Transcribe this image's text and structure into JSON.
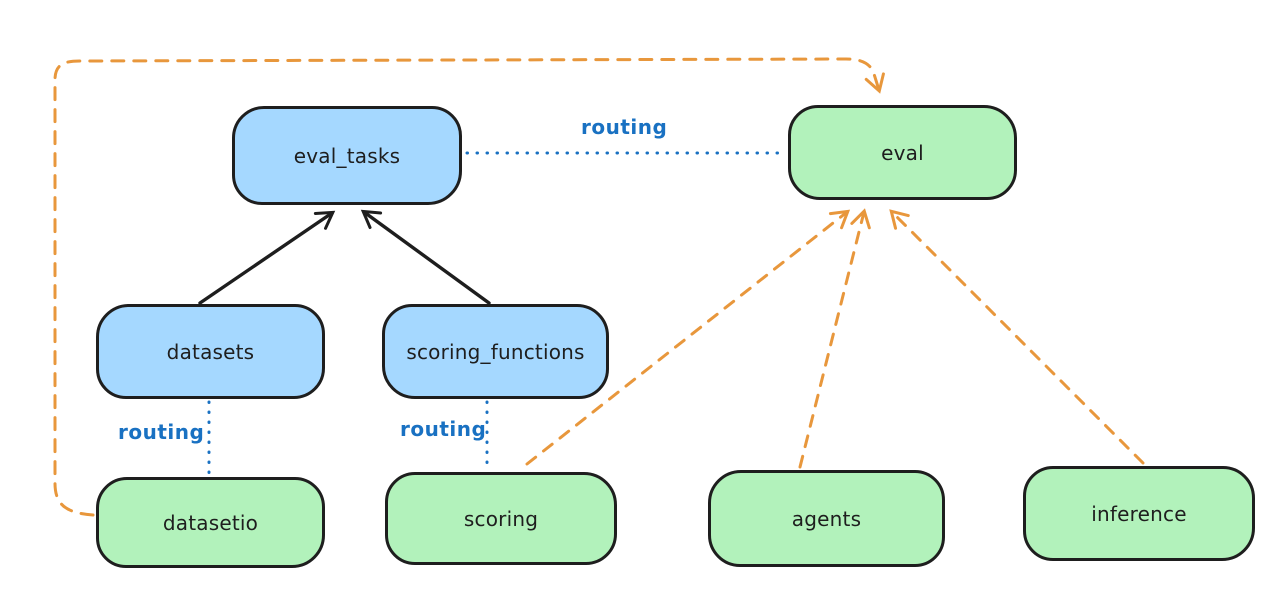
{
  "diagram": {
    "title": "api-providers-routing-diagram",
    "colors": {
      "node_stroke": "#1e1e1e",
      "blue_fill": "#a5d8ff",
      "green_fill": "#b2f2bb",
      "routing_blue": "#1971c2",
      "provider_orange": "#e8973c",
      "background": "#ffffff"
    },
    "nodes": {
      "eval_tasks": {
        "label": "eval_tasks",
        "kind": "resource-blue"
      },
      "eval": {
        "label": "eval",
        "kind": "api-green"
      },
      "datasets": {
        "label": "datasets",
        "kind": "resource-blue"
      },
      "scoring_functions": {
        "label": "scoring_functions",
        "kind": "resource-blue"
      },
      "datasetio": {
        "label": "datasetio",
        "kind": "api-green"
      },
      "scoring": {
        "label": "scoring",
        "kind": "api-green"
      },
      "agents": {
        "label": "agents",
        "kind": "api-green"
      },
      "inference": {
        "label": "inference",
        "kind": "api-green"
      }
    },
    "edge_labels": {
      "top_routing": "routing",
      "datasets_routing": "routing",
      "scoring_routing": "routing"
    },
    "edges": [
      {
        "from": "datasets",
        "to": "eval_tasks",
        "style": "solid-arrow",
        "color": "#1e1e1e"
      },
      {
        "from": "scoring_functions",
        "to": "eval_tasks",
        "style": "solid-arrow",
        "color": "#1e1e1e"
      },
      {
        "from": "eval_tasks",
        "to": "eval",
        "style": "dotted-line",
        "color": "#1971c2",
        "label": "routing"
      },
      {
        "from": "datasets",
        "to": "datasetio",
        "style": "dotted-line",
        "color": "#1971c2",
        "label": "routing"
      },
      {
        "from": "scoring_functions",
        "to": "scoring",
        "style": "dotted-line",
        "color": "#1971c2",
        "label": "routing"
      },
      {
        "from": "scoring",
        "to": "eval",
        "style": "dashed-arrow",
        "color": "#e8973c"
      },
      {
        "from": "agents",
        "to": "eval",
        "style": "dashed-arrow",
        "color": "#e8973c"
      },
      {
        "from": "inference",
        "to": "eval",
        "style": "dashed-arrow",
        "color": "#e8973c"
      },
      {
        "from": "datasetio",
        "to": "eval",
        "style": "dashed-arrow-around-left-top",
        "color": "#e8973c"
      }
    ]
  }
}
